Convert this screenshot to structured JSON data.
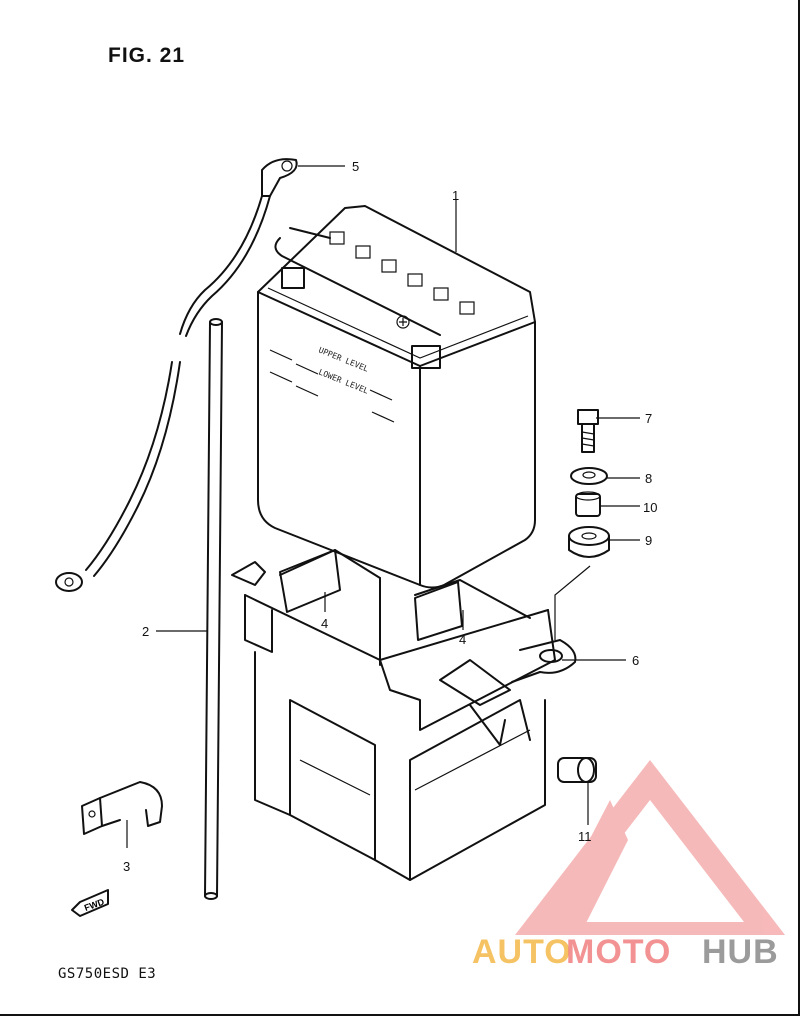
{
  "figure": {
    "title": "FIG. 21",
    "model": "GS750ESD  E3"
  },
  "battery_marks": {
    "upper": "UPPER LEVEL",
    "lower": "LOWER LEVEL"
  },
  "fwd_label": "FWD",
  "callouts": [
    {
      "id": "1",
      "label": "1"
    },
    {
      "id": "2",
      "label": "2"
    },
    {
      "id": "3",
      "label": "3"
    },
    {
      "id": "4a",
      "label": "4"
    },
    {
      "id": "4b",
      "label": "4"
    },
    {
      "id": "5",
      "label": "5"
    },
    {
      "id": "6",
      "label": "6"
    },
    {
      "id": "7",
      "label": "7"
    },
    {
      "id": "8",
      "label": "8"
    },
    {
      "id": "9",
      "label": "9"
    },
    {
      "id": "10",
      "label": "10"
    },
    {
      "id": "11",
      "label": "11"
    }
  ],
  "watermark": {
    "part1": "AUTO",
    "part2": "MOTO",
    "part3": "HUB",
    "color1": "#f5b94a",
    "color2": "#f08080",
    "color3": "#8a8a8a"
  }
}
